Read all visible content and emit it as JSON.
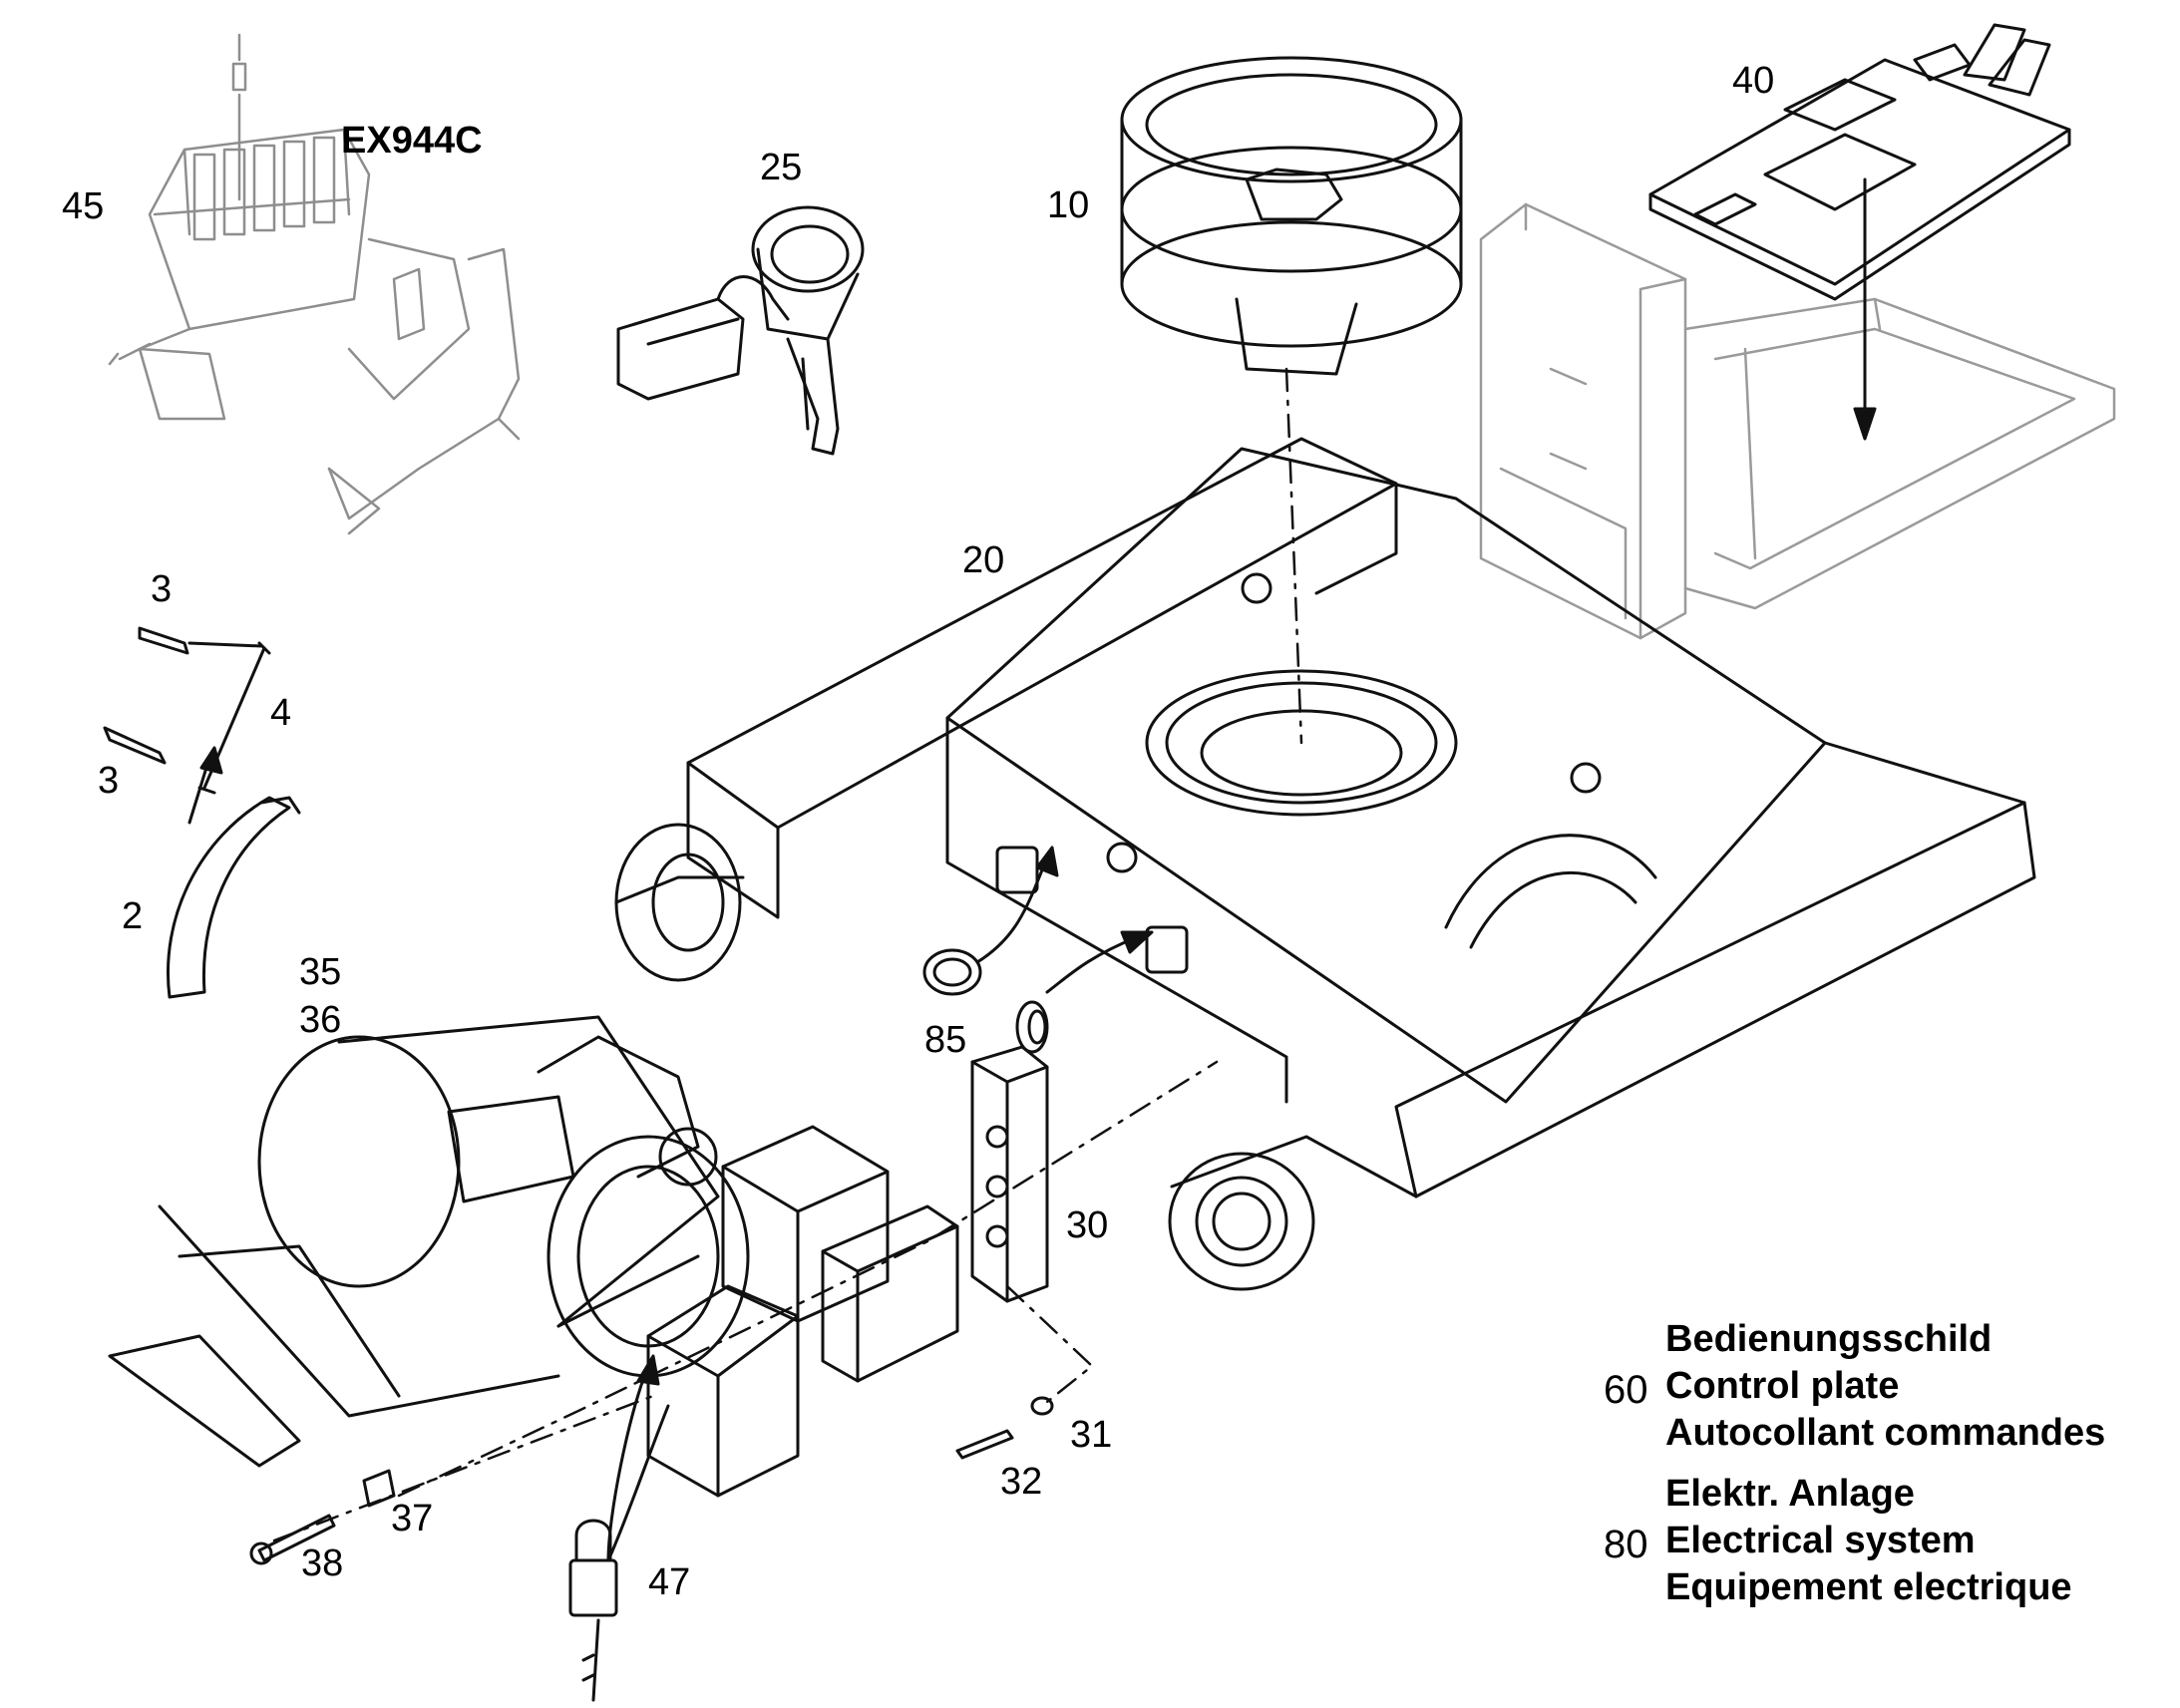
{
  "model_code": "EX944C",
  "callouts": [
    "45",
    "25",
    "10",
    "40",
    "20",
    "3",
    "4",
    "3",
    "2",
    "35",
    "36",
    "85",
    "30",
    "31",
    "32",
    "37",
    "38",
    "47"
  ],
  "legend": [
    {
      "number": "60",
      "lines": [
        "Bedienungsschild",
        "Control plate",
        "Autocollant commandes"
      ]
    },
    {
      "number": "80",
      "lines": [
        "Elektr. Anlage",
        "Electrical system",
        "Equipement electrique"
      ]
    }
  ],
  "colors": {
    "line": "#111111",
    "ghost": "#9a9a9a"
  }
}
